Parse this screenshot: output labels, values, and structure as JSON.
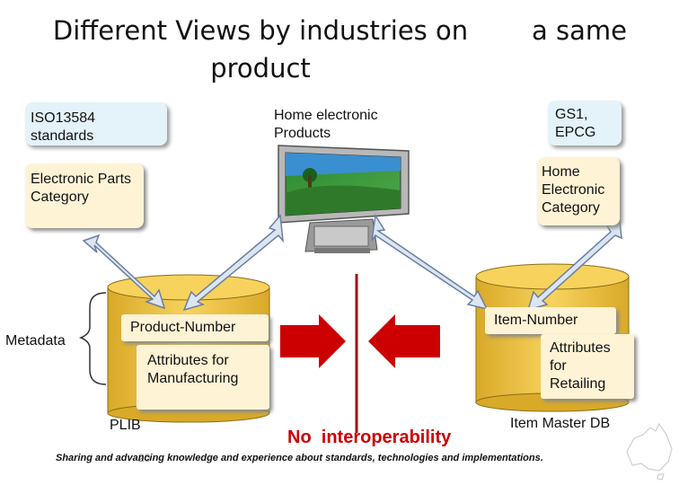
{
  "title": {
    "line1": "Different Views by industries on",
    "line2": "product",
    "right": "a same"
  },
  "boxes": {
    "iso": "ISO13584 standards",
    "home_products": "Home electronic Products",
    "gs1": "GS1, EPCG",
    "electronic_parts": "Electronic Parts Category",
    "home_category": "Home Electronic Category",
    "product_number": "Product-Number",
    "attrs_manufacturing": "Attributes for Manufacturing",
    "item_number": "Item-Number",
    "attrs_retailing": "Attributes for Retailing"
  },
  "labels": {
    "metadata": "Metadata",
    "plib": "PLIB",
    "item_master_db": "Item Master DB",
    "no_interop": "No  interoperability",
    "page_number": "20",
    "footer": "Sharing and advancing knowledge and experience about standards, technologies and implementations."
  },
  "icons": [
    "television-icon",
    "database-icon",
    "double-arrow-icon",
    "push-arrow-icon",
    "australia-logo-icon"
  ],
  "colors": {
    "box_blue": "#e3f3f9",
    "box_yellow": "#fff3d6",
    "database_yellow": "#f2c94c",
    "arrow_fill": "#dbe6f2",
    "arrow_stroke": "#6b7fa0",
    "red": "#cc0000",
    "divider": "#a01010"
  }
}
